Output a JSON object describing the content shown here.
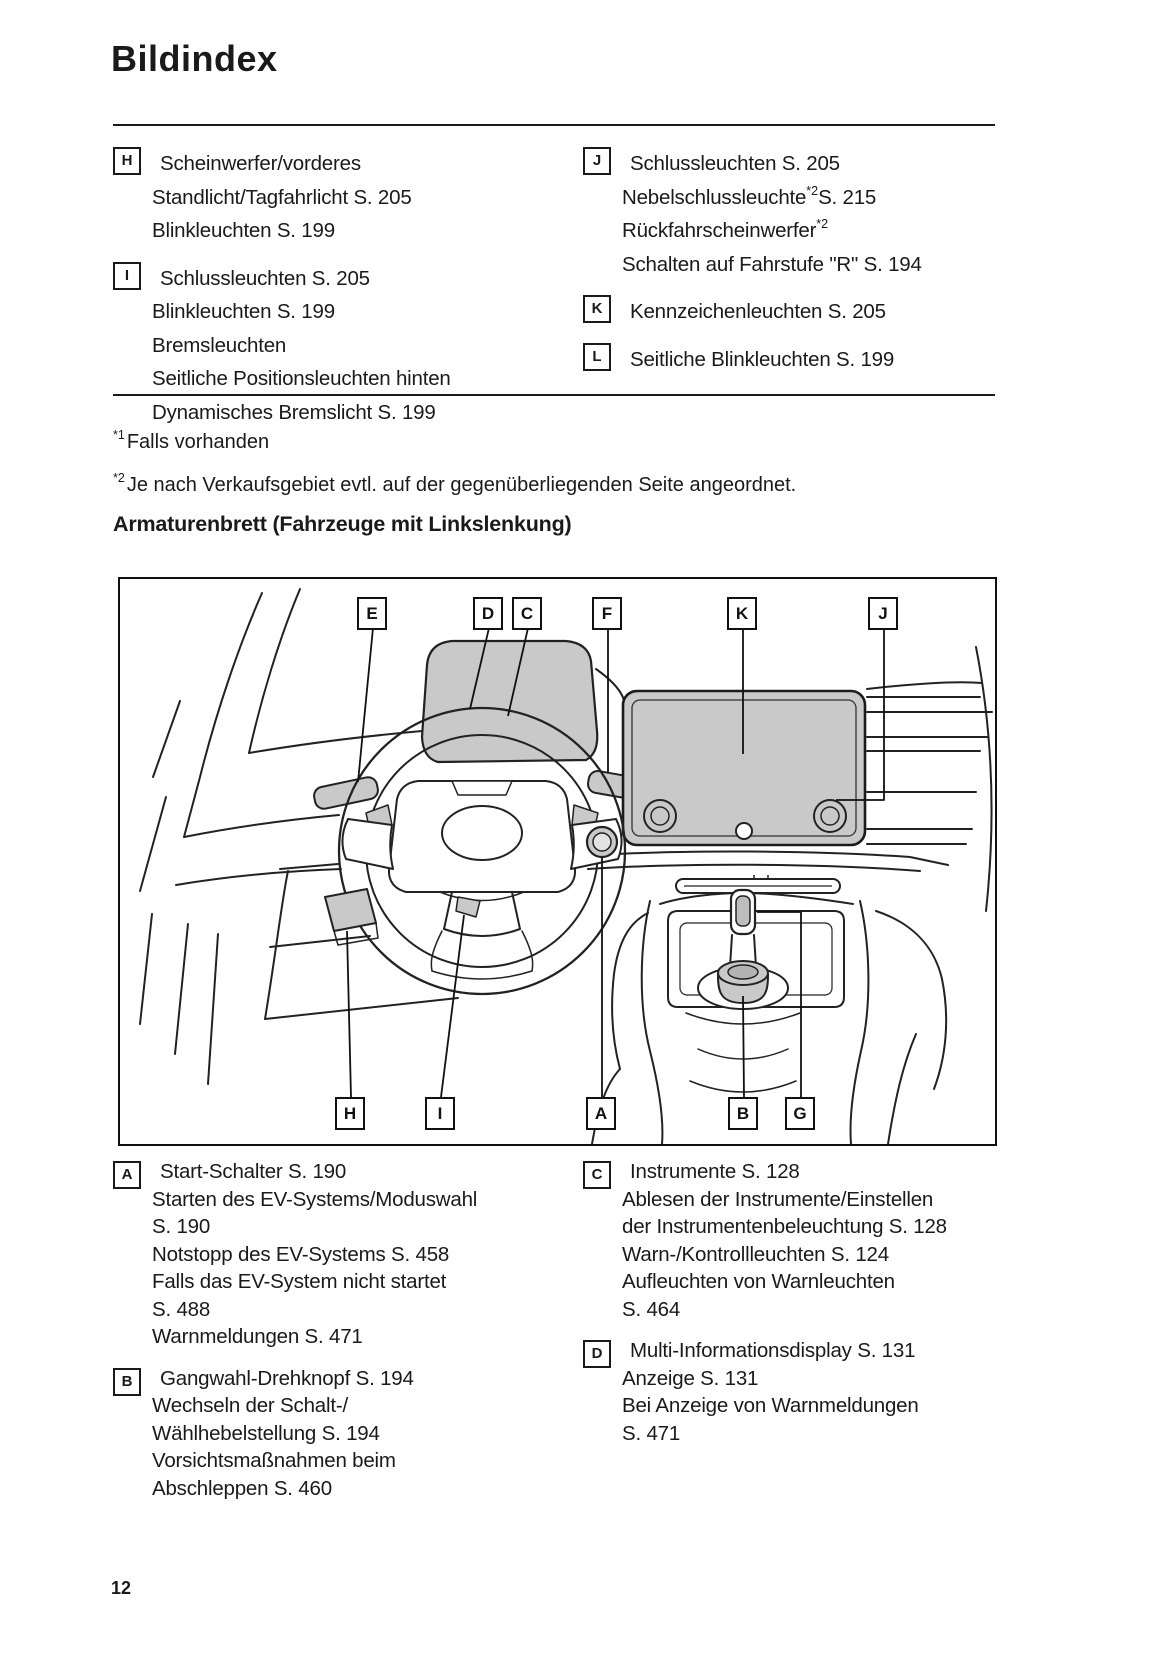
{
  "title": "Bildindex",
  "lights_index": {
    "left": [
      {
        "letter": "H",
        "lines": [
          {
            "t": "Scheinwerfer/vorderes",
            "s": "",
            "p": ""
          },
          {
            "t": "Standlicht/Tagfahrlicht S. 205",
            "s": "",
            "p": ""
          },
          {
            "t": "Blinkleuchten S. 199",
            "s": "",
            "p": ""
          }
        ]
      },
      {
        "letter": "I",
        "lines": [
          {
            "t": "Schlussleuchten S. 205",
            "s": "",
            "p": ""
          },
          {
            "t": "Blinkleuchten S. 199",
            "s": "",
            "p": ""
          },
          {
            "t": "Bremsleuchten",
            "s": "",
            "p": ""
          },
          {
            "t": "Seitliche Positionsleuchten hinten",
            "s": "",
            "p": ""
          },
          {
            "t": "Dynamisches Bremslicht S. 199",
            "s": "",
            "p": ""
          }
        ]
      }
    ],
    "right": [
      {
        "letter": "J",
        "lines": [
          {
            "t": "Schlussleuchten S. 205",
            "s": "",
            "p": ""
          },
          {
            "t": "Nebelschlussleuchte",
            "s": "*2",
            "p": "S. 215"
          },
          {
            "t": "Rückfahrscheinwerfer",
            "s": "*2",
            "p": ""
          },
          {
            "t": "Schalten auf Fahrstufe \"R\" S. 194",
            "s": "",
            "p": ""
          }
        ]
      },
      {
        "letter": "K",
        "lines": [
          {
            "t": "Kennzeichenleuchten S. 205",
            "s": "",
            "p": ""
          }
        ]
      },
      {
        "letter": "L",
        "lines": [
          {
            "t": "Seitliche Blinkleuchten S. 199",
            "s": "",
            "p": ""
          }
        ]
      }
    ]
  },
  "footnotes": [
    {
      "marker": "*1",
      "text": "Falls vorhanden"
    },
    {
      "marker": "*2",
      "text": "Je nach Verkaufsgebiet evtl. auf der gegenüberliegenden Seite angeordnet."
    }
  ],
  "section_heading": "Armaturenbrett (Fahrzeuge mit Linkslenkung)",
  "diagram": {
    "top_callouts": [
      "E",
      "D",
      "C",
      "F",
      "K",
      "J"
    ],
    "bottom_callouts": [
      "H",
      "I",
      "A",
      "B",
      "G"
    ]
  },
  "controls_index": {
    "left": [
      {
        "letter": "A",
        "lines": [
          "Start-Schalter S. 190",
          "Starten des EV-Systems/Moduswahl",
          "S. 190",
          "Notstopp des EV-Systems S. 458",
          "Falls das EV-System nicht startet",
          "S. 488",
          "Warnmeldungen S. 471"
        ]
      },
      {
        "letter": "B",
        "lines": [
          "Gangwahl-Drehknopf S. 194",
          "Wechseln der Schalt-/",
          "Wählhebelstellung S. 194",
          "Vorsichtsmaßnahmen beim",
          "Abschleppen S. 460"
        ]
      }
    ],
    "right": [
      {
        "letter": "C",
        "lines": [
          "Instrumente S. 128",
          "Ablesen der Instrumente/Einstellen",
          "der Instrumentenbeleuchtung S. 128",
          "Warn-/Kontrollleuchten S. 124",
          "Aufleuchten von Warnleuchten",
          "S. 464"
        ]
      },
      {
        "letter": "D",
        "lines": [
          "Multi-Informationsdisplay S. 131",
          "Anzeige S. 131",
          "Bei Anzeige von Warnmeldungen",
          "S. 471"
        ]
      }
    ]
  },
  "page_number": "12",
  "colors": {
    "ink": "#1a1a1a",
    "diagram_fill": "#c9c9c9"
  }
}
